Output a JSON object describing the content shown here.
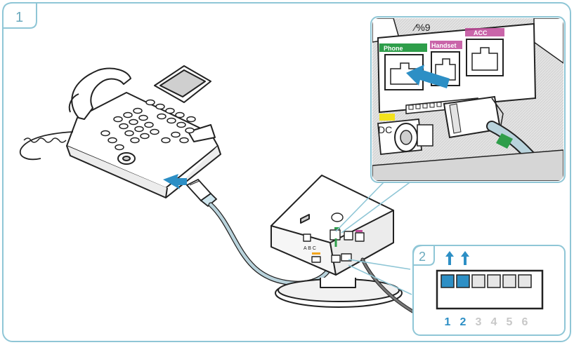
{
  "steps": {
    "main": "1",
    "switch": "2"
  },
  "ports": {
    "phone": "Phone",
    "handset": "Handset",
    "acc": "ACC",
    "top_mark": "⁄%9",
    "dc": "DC",
    "base_switch": "A B C"
  },
  "dip_switch": {
    "labels": [
      "1",
      "2",
      "3",
      "4",
      "5",
      "6"
    ],
    "on": [
      true,
      true,
      false,
      false,
      false,
      false
    ]
  },
  "colors": {
    "frame": "#8fc6d6",
    "switch_on": "#2d8fc5",
    "phone_port": "#2e9e4a",
    "handset_port": "#c04a9a",
    "acc_port": "#c04a9a",
    "dc_marker": "#f3e21c",
    "arrow": "#2d8fc5"
  }
}
